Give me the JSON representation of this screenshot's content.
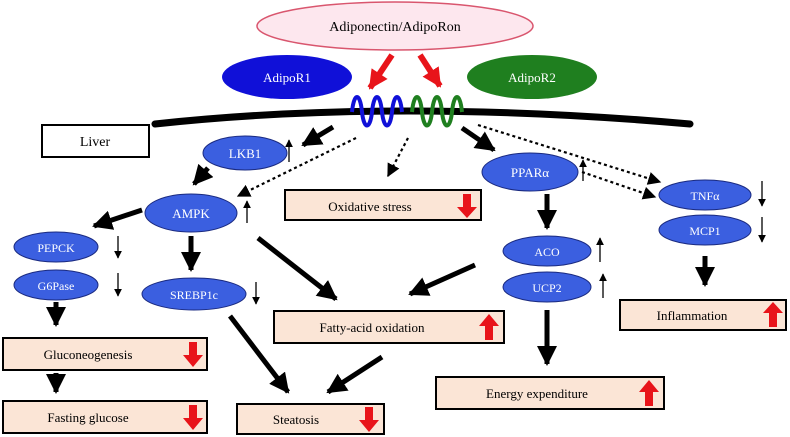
{
  "ligand": "Adiponectin/AdipoRon",
  "receptors": {
    "r1": "AdipoR1",
    "r2": "AdipoR2"
  },
  "organ": "Liver",
  "signals": {
    "lkb1": "LKB1",
    "ampk": "AMPK",
    "pepck": "PEPCK",
    "g6pase": "G6Pase",
    "srebp1c": "SREBP1c",
    "ppara": "PPARα",
    "aco": "ACO",
    "ucp2": "UCP2",
    "tnfa": "TNFα",
    "mcp1": "MCP1"
  },
  "outcomes": {
    "oxidative_stress": "Oxidative stress",
    "fatty_acid_oxidation": "Fatty-acid oxidation",
    "gluconeogenesis": "Gluconeogenesis",
    "fasting_glucose": "Fasting glucose",
    "steatosis": "Steatosis",
    "energy_expenditure": "Energy expenditure",
    "inflammation": "Inflammation"
  },
  "colors": {
    "node_blue": "#3b5fe0",
    "adipor1": "#1010d8",
    "adipor2": "#1f7f1f",
    "ligand_fill": "#fde7ee",
    "ligand_stroke": "#d9566e",
    "outcome_fill": "#fbe5d6",
    "red_arrow": "#e8141a"
  }
}
